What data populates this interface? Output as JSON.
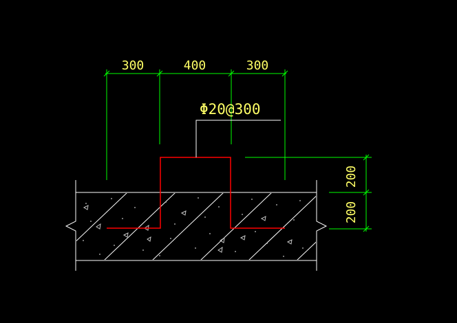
{
  "drawing": {
    "background": "#000000",
    "colors": {
      "dimension_line": "#00ff00",
      "dimension_text": "#ffff66",
      "outline": "#ffffff",
      "hatch": "#ffffff",
      "rebar": "#ff0000",
      "leader": "#ffffff"
    },
    "top_dimensions": [
      "300",
      "400",
      "300"
    ],
    "right_dimensions": [
      "200",
      "200"
    ],
    "rebar_label": "Φ20@300"
  }
}
